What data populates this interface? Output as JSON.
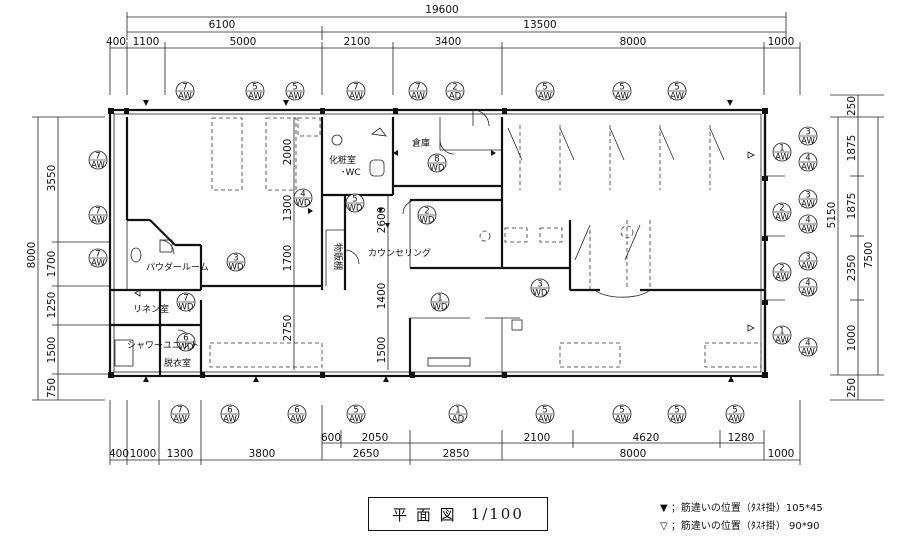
{
  "dims": {
    "top_total": "19600",
    "top_a": "6100",
    "top_b": "13500",
    "top_row": [
      "400",
      "1100",
      "5000",
      "2100",
      "3400",
      "8000",
      "1000"
    ],
    "bottom_row": [
      "400",
      "1000",
      "1300",
      "3800",
      "2650",
      "2850",
      "8000",
      "1000"
    ],
    "bottom_mid": [
      "600",
      "2050",
      "2100",
      "4620",
      "1280"
    ],
    "left_total": "8000",
    "left_col": [
      "3550",
      "1700",
      "1250",
      "1500",
      "750"
    ],
    "left_inner": [
      "2000",
      "1300",
      "1700",
      "2750"
    ],
    "center_inner": [
      "2600",
      "1400",
      "1500"
    ],
    "right_outer": "7500",
    "right_5150": "5150",
    "right_col": [
      "250",
      "1875",
      "1875",
      "2350",
      "1000",
      "250"
    ]
  },
  "rooms": {
    "makeup": "化粧室",
    "wc": "･WC",
    "storage": "倉庫",
    "counseling": "カウンセリング",
    "goods": "物販棚",
    "powder": "パウダールーム",
    "linen": "リネン室",
    "shower": "シャワーユニット",
    "dressing": "脱衣室"
  },
  "markers": {
    "aw": "AW",
    "wd": "WD",
    "ad": "AD",
    "top": [
      "7",
      "5",
      "5",
      "7",
      "7",
      "2",
      "5",
      "5",
      "5"
    ],
    "bottom": [
      "7",
      "6",
      "6",
      "5",
      "1",
      "5",
      "5",
      "5",
      "5"
    ],
    "left": [
      "7",
      "7",
      "7"
    ],
    "right_a": [
      "3",
      "4",
      "3",
      "4",
      "3",
      "4",
      "4"
    ],
    "right_b": [
      "1",
      "2",
      "2",
      "1"
    ],
    "interior": [
      "3",
      "4",
      "5",
      "8",
      "2",
      "3",
      "1",
      "7",
      "6"
    ]
  },
  "title": {
    "name": "平 面 図",
    "scale": "1/100"
  },
  "legend": [
    "▼ ；筋違いの位置（ﾀｽｷ掛）105*45",
    "▽ ；筋違いの位置（ﾀｽｷ掛） 90*90"
  ]
}
